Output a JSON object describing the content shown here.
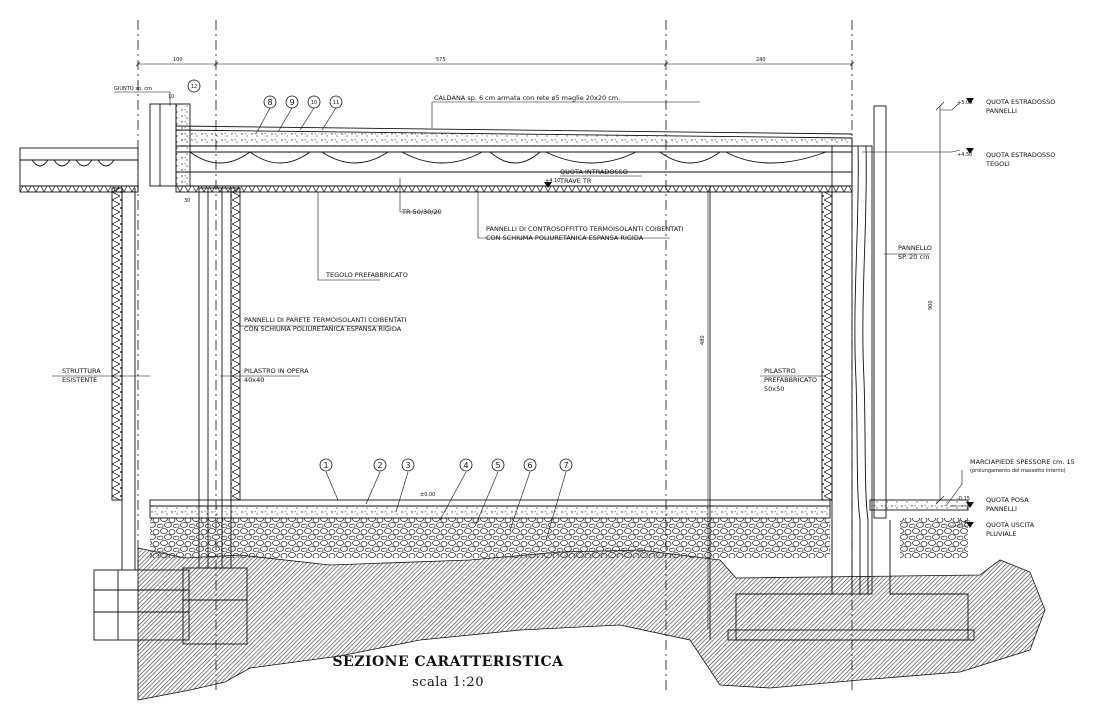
{
  "drawing": {
    "title": "SEZIONE CARATTERISTICA",
    "scale": "scala 1:20",
    "dimensions": {
      "left": "100",
      "center": "575",
      "right": "240",
      "width_30": "30",
      "height_480": "480",
      "height_900": "900"
    },
    "labels": {
      "giunto": "GIUNTO sp. cm",
      "giunto_value": "10",
      "caldana": "CALDANA sp. 6 cm armata con rete ø5 maglie 20x20 cm.",
      "quota_estradosso_pannelli_1": "QUOTA ESTRADOSSO",
      "quota_estradosso_pannelli_2": "PANNELLI",
      "quota_estradosso_pannelli_val": "+5.00",
      "quota_estradosso_tegoli_1": "QUOTA ESTRADOSSO",
      "quota_estradosso_tegoli_2": "TEGOLI",
      "quota_estradosso_tegoli_val": "+4.50",
      "quota_intradosso_1": "QUOTA INTRADOSSO",
      "quota_intradosso_2": "TRAVE TR",
      "quota_intradosso_val": "+4.10",
      "trave_tr": "TR 50/30/20",
      "pannelli_contro_1": "PANNELLI DI CONTROSOFFITTO TERMOISOLANTI COIBENTATI",
      "pannelli_contro_2": "CON SCHIUMA POLIURETANICA ESPANSA RIGIDA",
      "tegolo": "TEGOLO PREFABBRICATO",
      "pannello_1": "PANNELLO",
      "pannello_2": "SP. 20 cm",
      "pannelli_parete_1": "PANNELLI DI PARETE TERMOISOLANTI COIBENTATI",
      "pannelli_parete_2": "CON SCHIUMA POLIURETANICA ESPANSA RIGIDA",
      "struttura_1": "STRUTTURA",
      "struttura_2": "ESISTENTE",
      "pilastro_opera_1": "PILASTRO IN OPERA",
      "pilastro_opera_2": "40x40",
      "pilastro_pref_1": "PILASTRO",
      "pilastro_pref_2": "PREFABBRICATO",
      "pilastro_pref_3": "50x50",
      "marciapiede_1": "MARCIAPIEDE SPESSORE cm. 15",
      "marciapiede_2": "(prolungamento del massetto interno)",
      "quota_posa_1": "QUOTA POSA",
      "quota_posa_2": "PANNELLI",
      "quota_posa_val": "-0.15",
      "quota_uscita_1": "QUOTA USCITA",
      "quota_uscita_2": "PLUVIALE",
      "quota_uscita_val": "-0.40",
      "floor_level": "±0.00"
    },
    "callouts_floor": [
      "1",
      "2",
      "3",
      "4",
      "5",
      "6",
      "7"
    ],
    "callouts_roof": [
      "8",
      "9",
      "10",
      "11"
    ],
    "callout_joint": "12",
    "colors": {
      "ink": "#111111",
      "hatch": "#333333",
      "gravel": "#444444"
    }
  }
}
